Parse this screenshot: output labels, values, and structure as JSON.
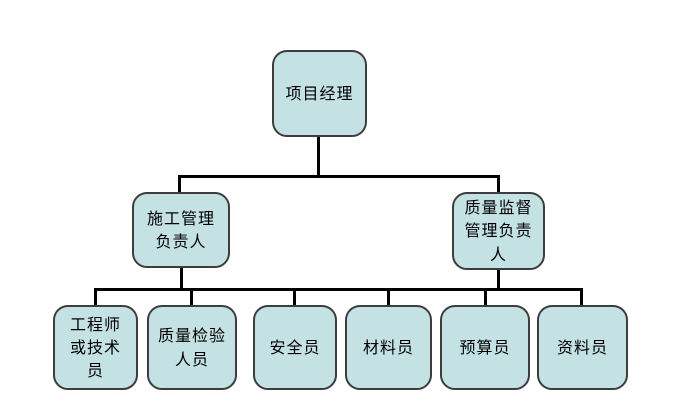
{
  "colors": {
    "background": "#ffffff",
    "box_fill": "#c4e1e4",
    "box_border": "#3d3d3d",
    "connector": "#000000",
    "text": "#000000"
  },
  "org": {
    "root": {
      "label": "项目经理"
    },
    "managers": [
      {
        "label": "施工管理负责人"
      },
      {
        "label": "质量监督管理负责人"
      }
    ],
    "staff": [
      {
        "label": "工程师或技术员"
      },
      {
        "label": "质量检验人员"
      },
      {
        "label": "安全员"
      },
      {
        "label": "材料员"
      },
      {
        "label": "预算员"
      },
      {
        "label": "资料员"
      }
    ]
  }
}
